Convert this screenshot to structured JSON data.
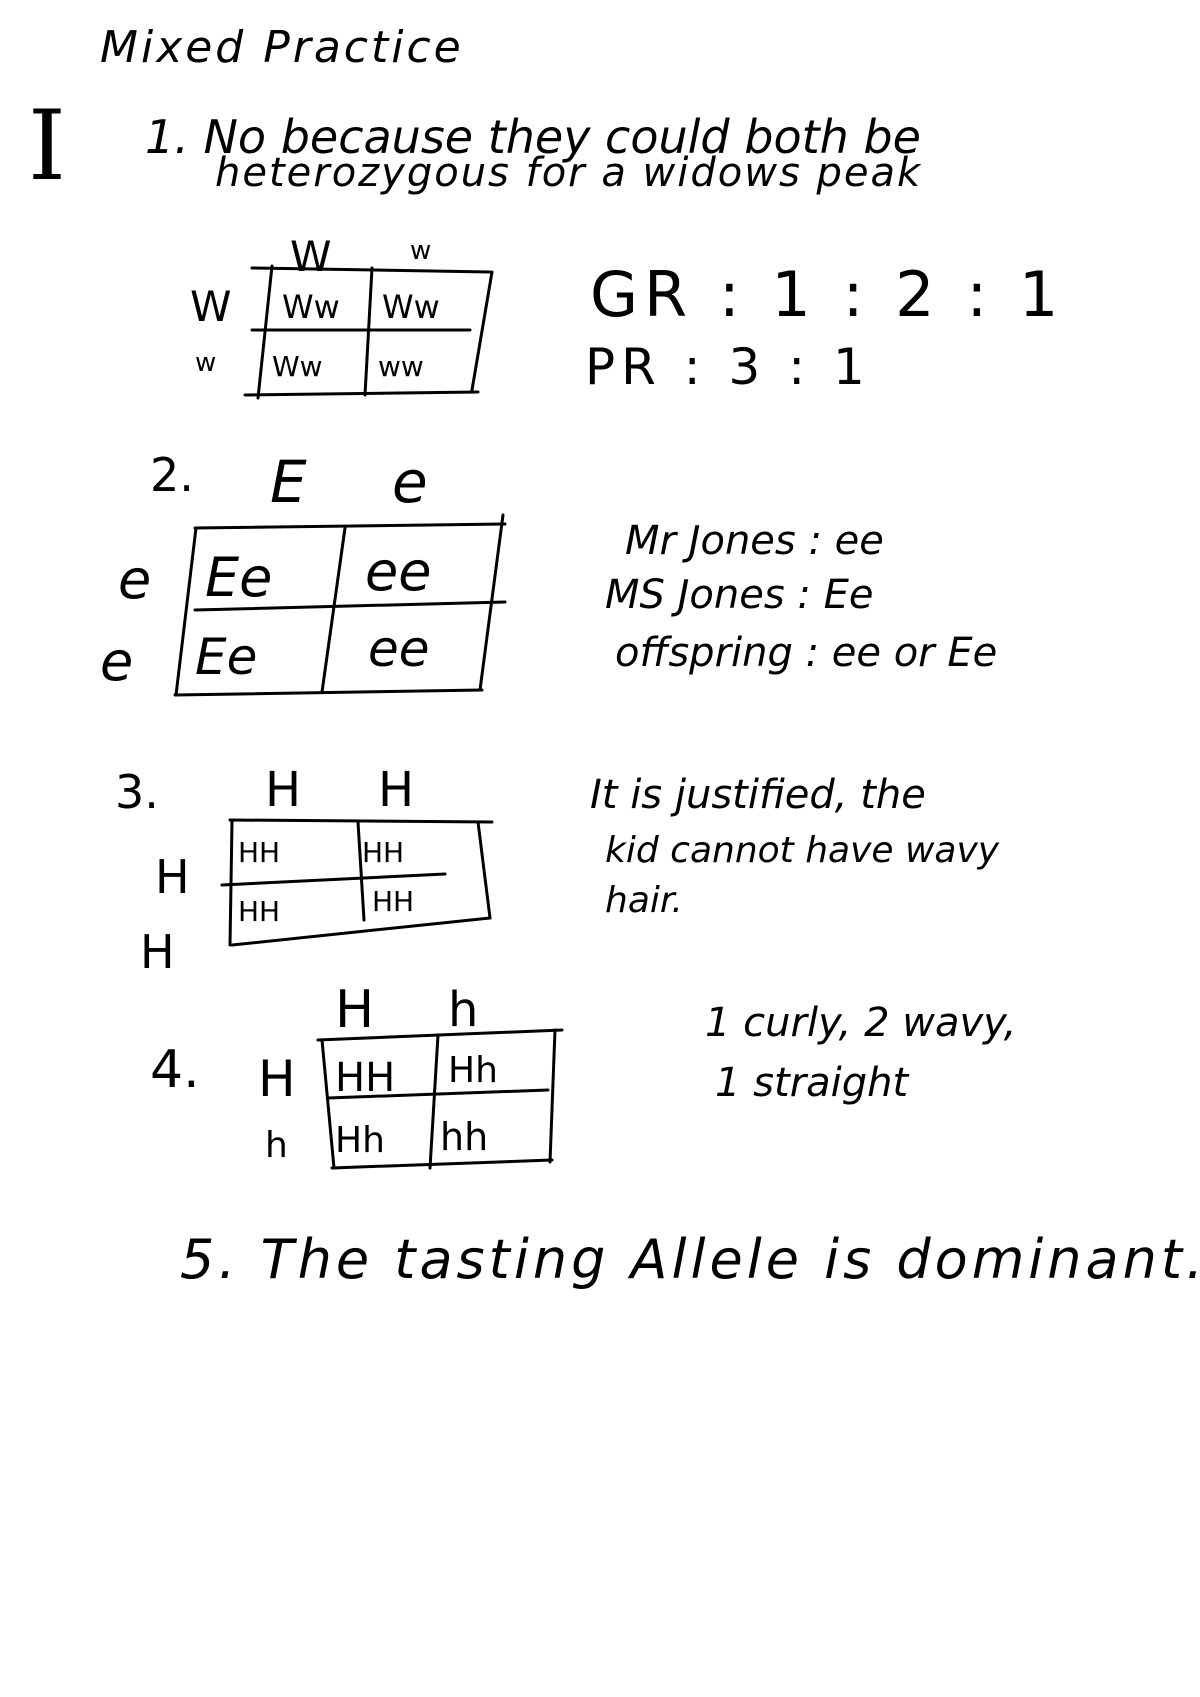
{
  "title": "Mixed Practice",
  "section": "I",
  "q1": {
    "number": "1.",
    "text_line1": "No because they could both be",
    "text_line2": "heterozygous for a widows peak",
    "square": {
      "cols": [
        "W",
        "w"
      ],
      "rows": [
        "W",
        "w"
      ],
      "cells": [
        [
          "Ww",
          "Ww"
        ],
        [
          "Ww",
          "ww"
        ]
      ]
    },
    "gr": "GR : 1 : 2 : 1",
    "pr": "PR : 3 : 1"
  },
  "q2": {
    "number": "2.",
    "square": {
      "cols": [
        "E",
        "e"
      ],
      "rows": [
        "e",
        "e"
      ],
      "cells": [
        [
          "Ee",
          "ee"
        ],
        [
          "Ee",
          "ee"
        ]
      ]
    },
    "note1": "Mr Jones : ee",
    "note2": "MS Jones : Ee",
    "note3": "offspring : ee or Ee"
  },
  "q3": {
    "number": "3.",
    "square": {
      "cols": [
        "H",
        "H"
      ],
      "rows": [
        "H",
        "H"
      ],
      "cells": [
        [
          "HH",
          "HH"
        ],
        [
          "HH",
          "HH"
        ]
      ]
    },
    "note1": "It is justified, the",
    "note2": "kid cannot have wavy",
    "note3": "hair."
  },
  "q4": {
    "number": "4.",
    "square": {
      "cols": [
        "H",
        "h"
      ],
      "rows": [
        "H",
        "h"
      ],
      "cells": [
        [
          "HH",
          "Hh"
        ],
        [
          "Hh",
          "hh"
        ]
      ]
    },
    "note1": "1 curly, 2 wavy,",
    "note2": "1 straight"
  },
  "q5": {
    "text": "5. The tasting Allele is dominant."
  }
}
